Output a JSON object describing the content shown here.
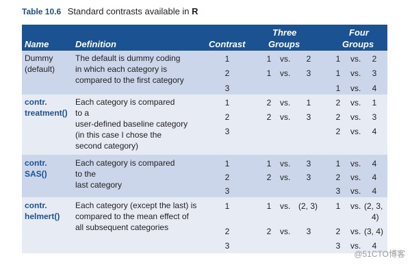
{
  "caption": {
    "label": "Table 10.6",
    "text": "Standard contrasts available in",
    "r": "R"
  },
  "header": {
    "name": "Name",
    "definition": "Definition",
    "contrast": "Contrast",
    "three_top": "Three",
    "three_bottom": "Groups",
    "four_top": "Four",
    "four_bottom": "Groups"
  },
  "rows": [
    {
      "name_lines": [
        "Dummy",
        "(default)"
      ],
      "def_lines": [
        "The default is dummy coding",
        "in which each category is",
        "compared to the first category"
      ],
      "contrasts": [
        "1",
        "2",
        "3"
      ],
      "three": [
        [
          "1",
          "vs.",
          "2"
        ],
        [
          "1",
          "vs.",
          "3"
        ]
      ],
      "four": [
        [
          "1",
          "vs.",
          "2"
        ],
        [
          "1",
          "vs.",
          "3"
        ],
        [
          "1",
          "vs.",
          "4"
        ]
      ]
    },
    {
      "name_lines": [
        "contr.",
        "treatment()"
      ],
      "def_lines": [
        "Each category is compared",
        "to a",
        "user-defined baseline category",
        "(in this case I chose the",
        "second category)"
      ],
      "contrasts": [
        "1",
        "2",
        "3"
      ],
      "three": [
        [
          "2",
          "vs.",
          "1"
        ],
        [
          "2",
          "vs.",
          "3"
        ]
      ],
      "four": [
        [
          "2",
          "vs.",
          "1"
        ],
        [
          "2",
          "vs.",
          "3"
        ],
        [
          "2",
          "vs.",
          "4"
        ]
      ]
    },
    {
      "name_lines": [
        "contr.",
        "SAS()"
      ],
      "def_lines": [
        "Each category is compared",
        "to the",
        "last category"
      ],
      "contrasts": [
        "1",
        "2",
        "3"
      ],
      "three": [
        [
          "1",
          "vs.",
          "3"
        ],
        [
          "2",
          "vs.",
          "3"
        ]
      ],
      "four": [
        [
          "1",
          "vs.",
          "4"
        ],
        [
          "2",
          "vs.",
          "4"
        ],
        [
          "3",
          "vs.",
          "4"
        ]
      ]
    },
    {
      "name_lines": [
        "contr.",
        "helmert()"
      ],
      "def_lines": [
        "Each category (except the last) is",
        "compared to the mean effect of",
        "all subsequent categories"
      ],
      "contrasts": [
        "1",
        "2",
        "3"
      ],
      "three": [
        [
          "1",
          "vs.",
          "(2, 3)"
        ],
        [
          "2",
          "vs.",
          "3"
        ]
      ],
      "four": [
        [
          "1",
          "vs.",
          "(2, 3,"
        ],
        [
          "",
          "",
          "4)"
        ],
        [
          "2",
          "vs.",
          "(3, 4)"
        ],
        [
          "3",
          "vs.",
          "4"
        ]
      ]
    }
  ],
  "watermark": "@51CTO博客"
}
